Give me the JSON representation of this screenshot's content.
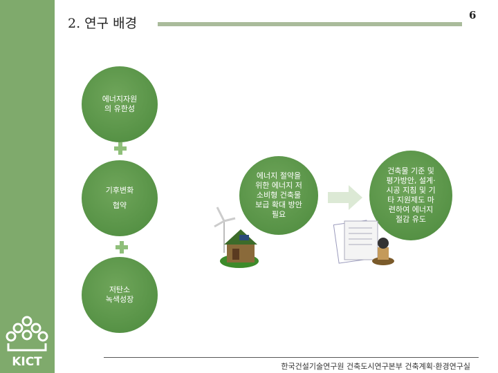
{
  "header": {
    "title": "2. 연구 배경",
    "page_number": "6"
  },
  "circles": {
    "energy": "에너지자원\n의 유한성",
    "climate": "기후변화\n협약",
    "low_carbon": "저탄소\n녹색성장",
    "need": "에너지 절약을\n위한 에너지 저\n소비형 건축물\n보급 확대 방안\n필요",
    "plan": "건축물 기준 및\n평가방안, 설계·\n시공 지침 및 기\n타 지원제도 마\n련하여 에너지\n절감 유도"
  },
  "logo": {
    "text": "KICT"
  },
  "footer": {
    "text": "한국건설기술연구원 건축도시연구본부 건축계획·환경연구실"
  },
  "colors": {
    "sidebar": "#7faa6c",
    "circle": "#4c8a3d",
    "plus": "#8fbf7a",
    "title_bar": "#a9bb9b"
  }
}
